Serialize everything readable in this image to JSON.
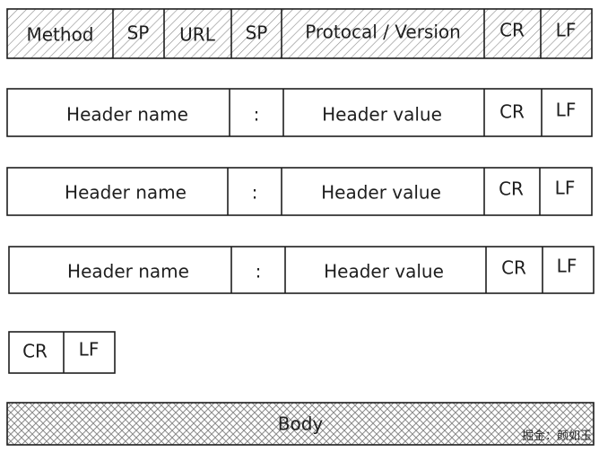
{
  "request_line": {
    "method": "Method",
    "sp1": "SP",
    "url": "URL",
    "sp2": "SP",
    "protocol_version": "Protocal / Version",
    "cr": "CR",
    "lf": "LF"
  },
  "headers": [
    {
      "name": "Header name",
      "separator": ":",
      "value": "Header value",
      "cr": "CR",
      "lf": "LF"
    },
    {
      "name": "Header name",
      "separator": ":",
      "value": "Header value",
      "cr": "CR",
      "lf": "LF"
    },
    {
      "name": "Header name",
      "separator": ":",
      "value": "Header value",
      "cr": "CR",
      "lf": "LF"
    }
  ],
  "empty_line": {
    "cr": "CR",
    "lf": "LF"
  },
  "body": {
    "label": "Body"
  },
  "watermark": "掘金：颜如玉",
  "colors": {
    "stroke": "#1e1e1e",
    "hatch": "#8a8a8a",
    "background": "#ffffff"
  }
}
